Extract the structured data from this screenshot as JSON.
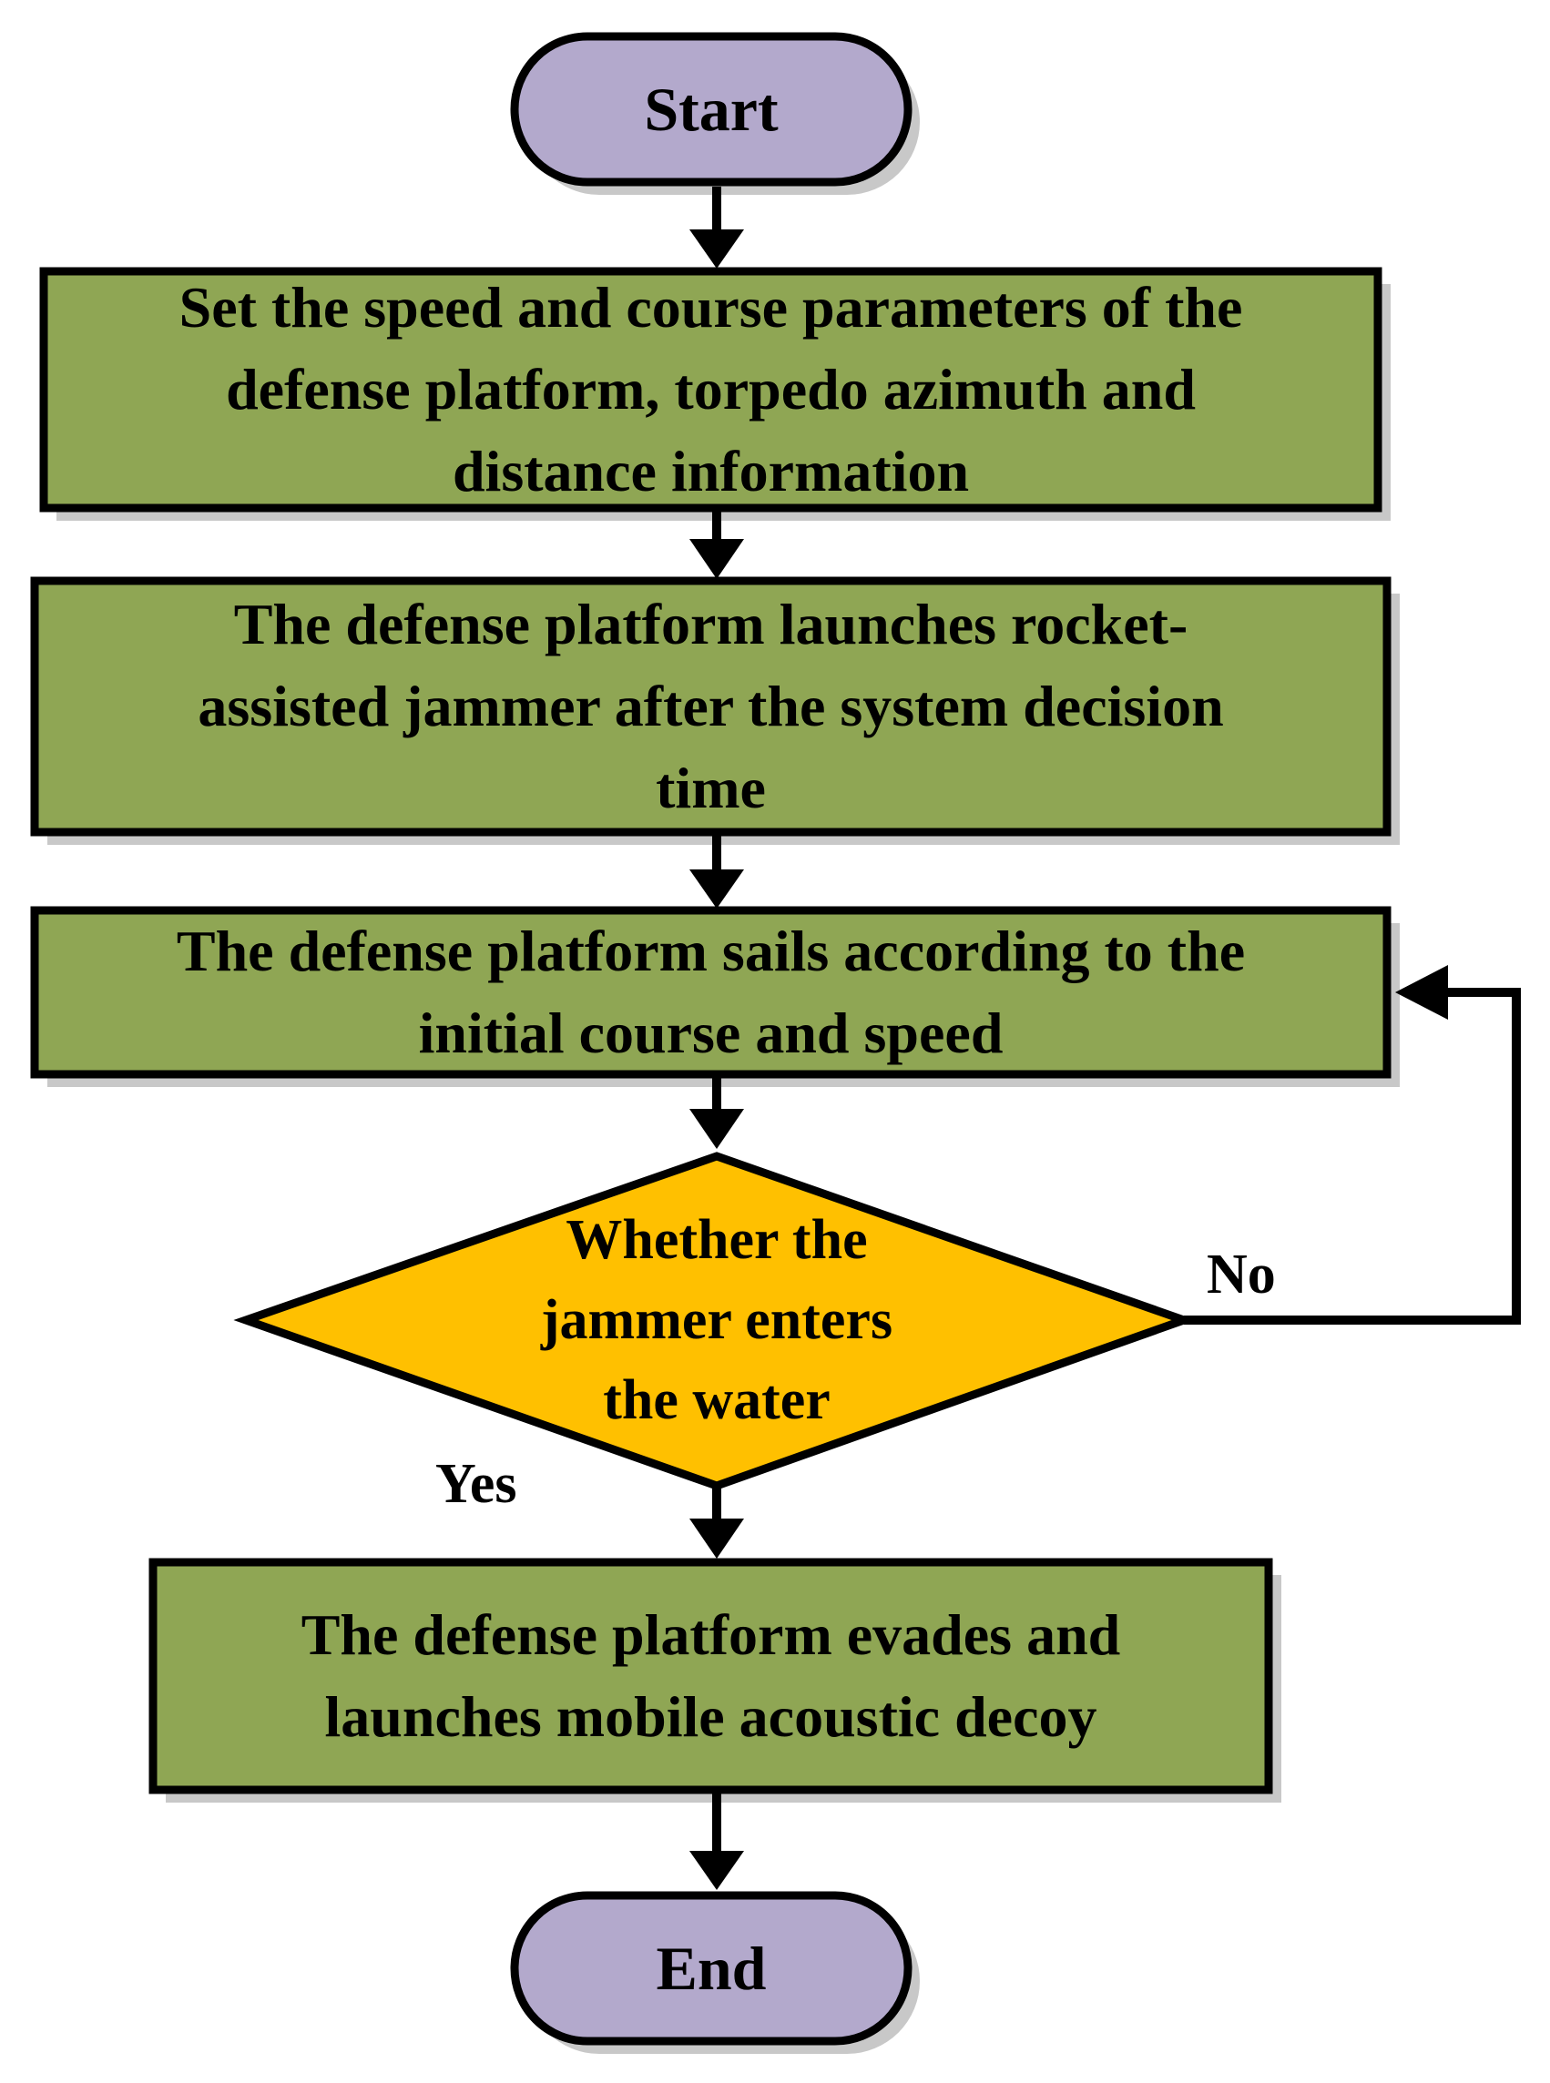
{
  "diagram": {
    "type": "flowchart",
    "colors": {
      "terminal_fill": "#b3a9cc",
      "process_fill": "#8fa654",
      "decision_fill": "#ffc000",
      "stroke": "#000000",
      "shadow": "#c8c8c8"
    },
    "nodes": {
      "start": {
        "kind": "terminal",
        "label": "Start"
      },
      "set_params": {
        "kind": "process",
        "label": "Set the speed and course parameters of the\ndefense platform, torpedo azimuth and\ndistance information"
      },
      "launch_jammer": {
        "kind": "process",
        "label": "The defense platform launches rocket-\nassisted jammer  after the system decision\ntime"
      },
      "sail": {
        "kind": "process",
        "label": "The defense platform sails according to the\ninitial course and speed"
      },
      "decision": {
        "kind": "decision",
        "label": "Whether the\njammer enters\nthe water"
      },
      "evade": {
        "kind": "process",
        "label": "The defense platform evades and\nlaunches mobile acoustic decoy"
      },
      "end": {
        "kind": "terminal",
        "label": "End"
      }
    },
    "edges": {
      "no_label": "No",
      "yes_label": "Yes"
    }
  }
}
